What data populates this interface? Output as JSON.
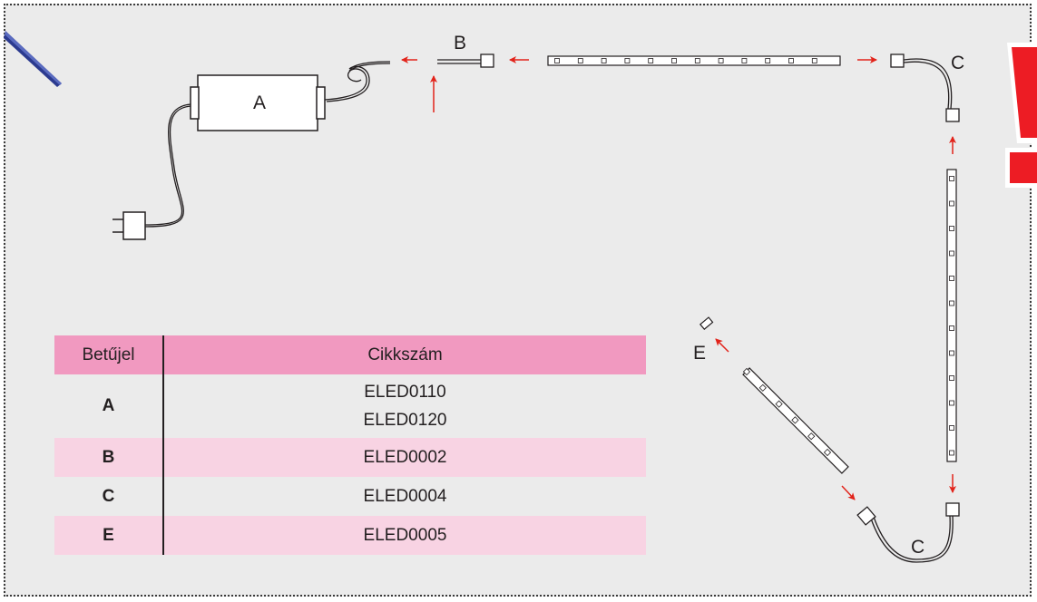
{
  "labels": {
    "a": "A",
    "b": "B",
    "c_top": "C",
    "c_bottom": "C",
    "e": "E"
  },
  "table": {
    "headers": [
      "Betűjel",
      "Cikkszám"
    ],
    "rows": [
      {
        "letter": "A",
        "codes": [
          "ELED0110",
          "ELED0120"
        ]
      },
      {
        "letter": "B",
        "codes": [
          "ELED0002"
        ]
      },
      {
        "letter": "C",
        "codes": [
          "ELED0004"
        ]
      },
      {
        "letter": "E",
        "codes": [
          "ELED0005"
        ]
      }
    ]
  },
  "colors": {
    "arrow": "#e2231a",
    "header_bg": "#f199c0",
    "row_bg": "#f8d3e3",
    "warning": "#ed1c24"
  }
}
